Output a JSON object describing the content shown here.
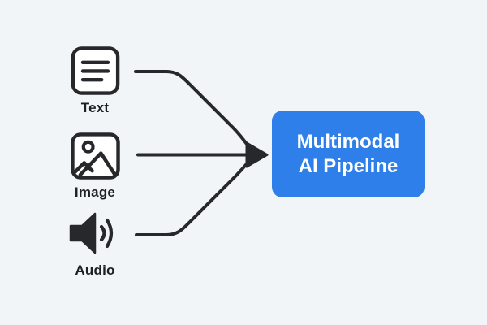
{
  "colors": {
    "background": "#f2f5f8",
    "stroke": "#26282c",
    "label_text": "#1d2024",
    "pipeline_fill": "#2e7fe9",
    "pipeline_text": "#ffffff"
  },
  "nodes": [
    {
      "id": "text",
      "label": "Text",
      "icon": "document-text-icon"
    },
    {
      "id": "image",
      "label": "Image",
      "icon": "image-icon"
    },
    {
      "id": "audio",
      "label": "Audio",
      "icon": "speaker-audio-icon"
    }
  ],
  "pipeline": {
    "label_line1": "Multimodal",
    "label_line2": "AI Pipeline"
  },
  "edges": [
    {
      "from": "text",
      "to": "pipeline"
    },
    {
      "from": "image",
      "to": "pipeline"
    },
    {
      "from": "audio",
      "to": "pipeline"
    }
  ]
}
